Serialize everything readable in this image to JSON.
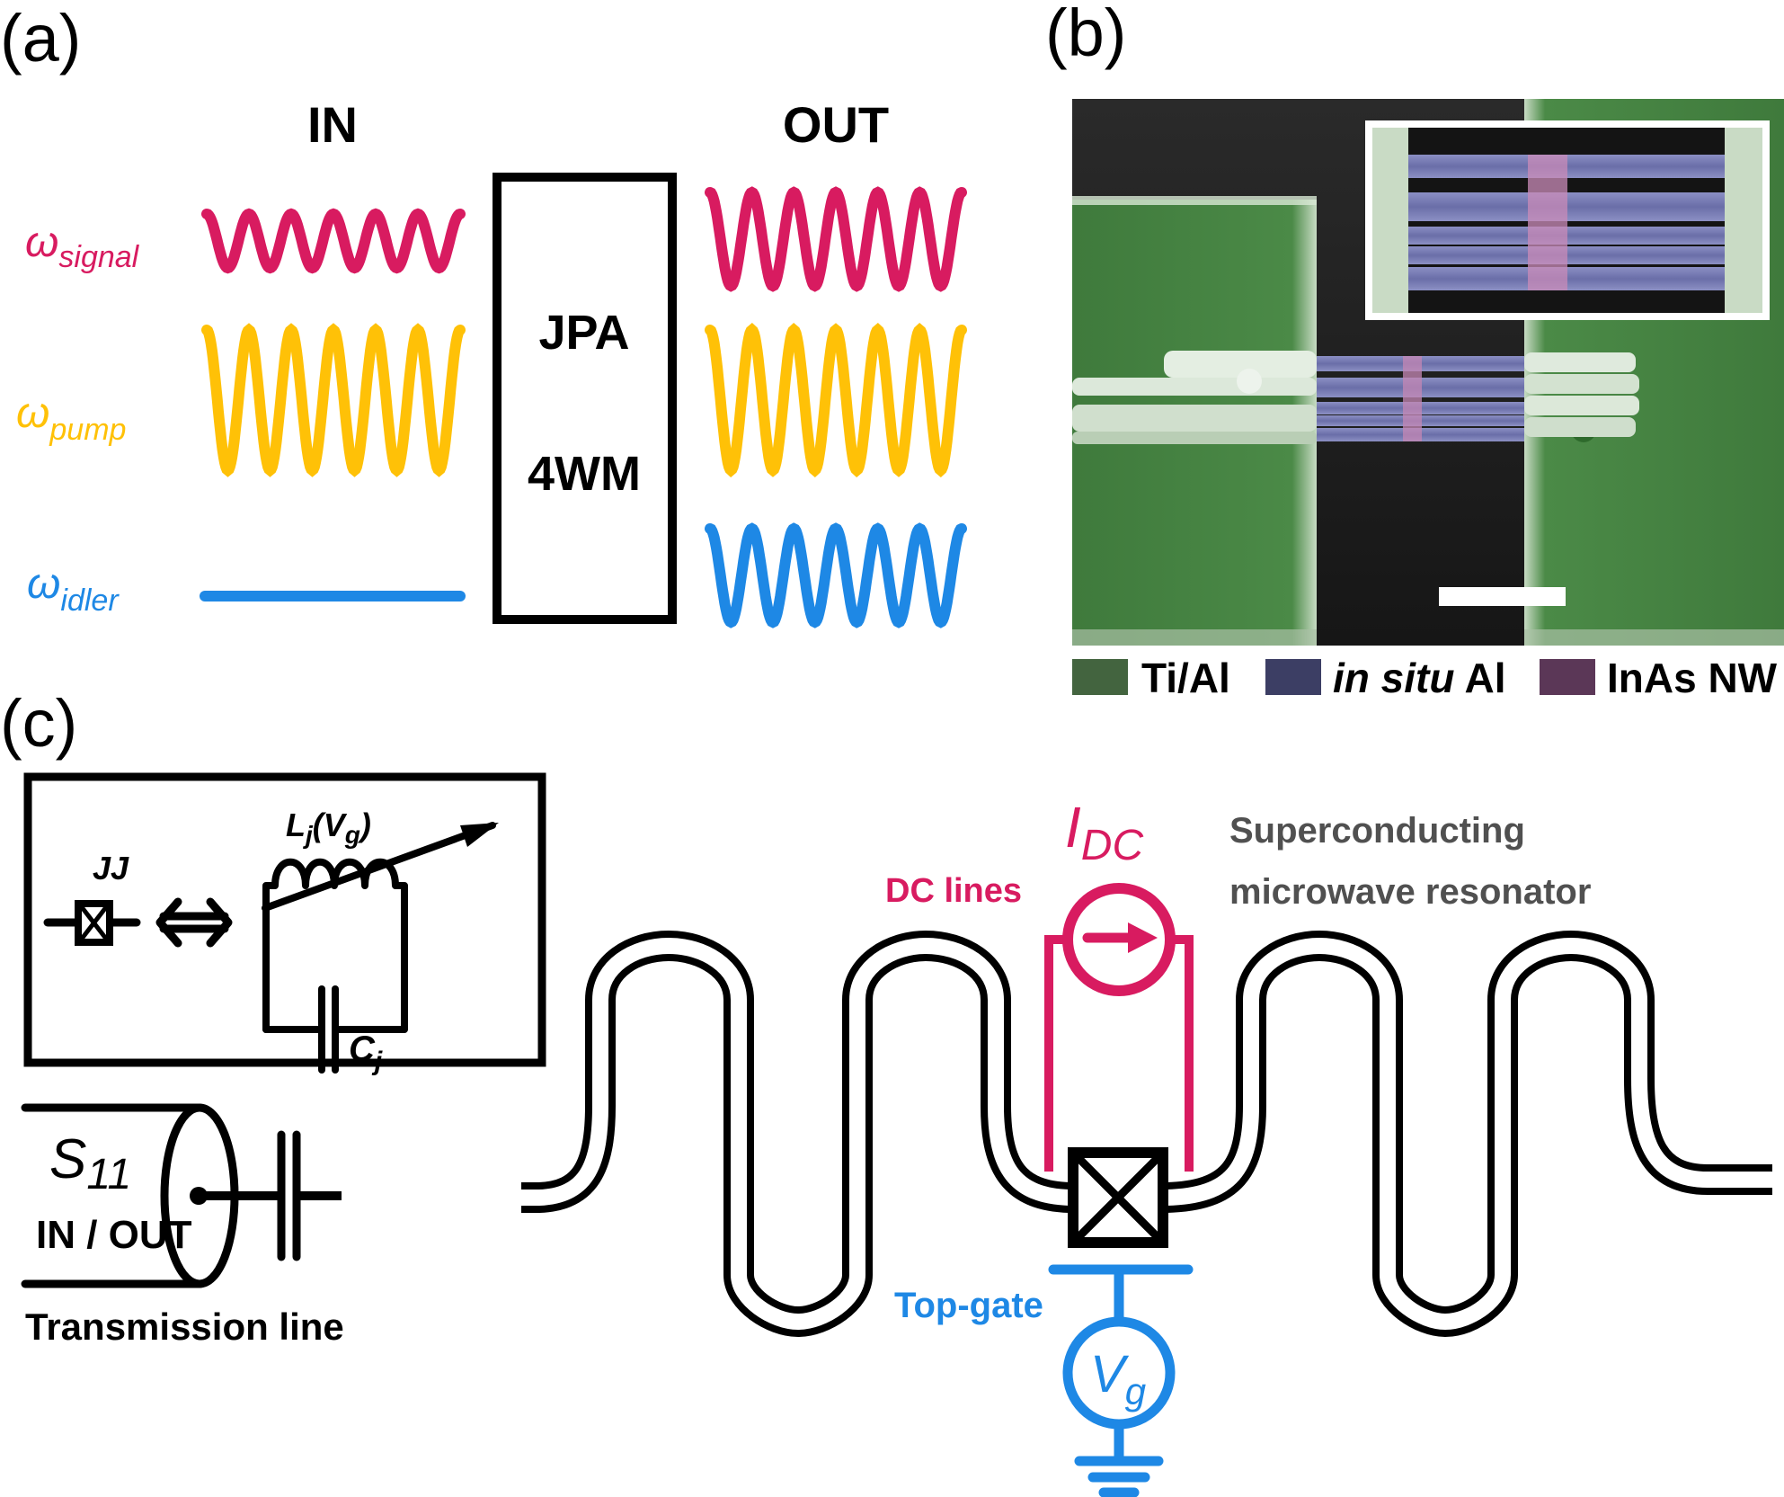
{
  "panels": {
    "a": {
      "label": "(a)",
      "in_header": "IN",
      "out_header": "OUT",
      "box_line1": "JPA",
      "box_line2": "4WM",
      "signals": [
        {
          "name": "signal",
          "omega": "ω",
          "subscript": "signal",
          "color": "#d81b60",
          "input": "wave-small",
          "output": "wave-large"
        },
        {
          "name": "pump",
          "omega": "ω",
          "subscript": "pump",
          "color": "#ffc107",
          "input": "wave-large",
          "output": "wave-large"
        },
        {
          "name": "idler",
          "omega": "ω",
          "subscript": "idler",
          "color": "#1e88e5",
          "input": "flat",
          "output": "wave-large"
        }
      ]
    },
    "b": {
      "label": "(b)",
      "image_description": "False-colored SEM micrograph of nanowire Josephson junction with inset",
      "legend": [
        {
          "color": "#43643f",
          "text_italic": "",
          "text": "Ti/Al"
        },
        {
          "color": "#3c3e64",
          "text_italic": "in situ",
          "text": " Al"
        },
        {
          "color": "#5b3757",
          "text_italic": "",
          "text": "InAs NW"
        }
      ]
    },
    "c": {
      "label": "(c)",
      "inset": {
        "jj_label": "JJ",
        "inductor_label_main": "L",
        "inductor_label_sub": "j",
        "inductor_label_arg_open": "(V",
        "inductor_label_arg_sub": "g",
        "inductor_label_arg_close": ")",
        "cap_label_main": "C",
        "cap_label_sub": "j"
      },
      "s11_main": "S",
      "s11_sub": "11",
      "in_out": "IN / OUT",
      "transmission_line": "Transmission line",
      "idc_main": "I",
      "idc_sub": "DC",
      "dc_lines": "DC lines",
      "resonator_line1": "Superconducting",
      "resonator_line2": "microwave resonator",
      "top_gate": "Top-gate",
      "vg_main": "V",
      "vg_sub": "g"
    }
  },
  "colors": {
    "magenta": "#d81b60",
    "yellow": "#ffc107",
    "blue": "#1e88e5",
    "gray_text": "#505050",
    "black": "#000000"
  }
}
